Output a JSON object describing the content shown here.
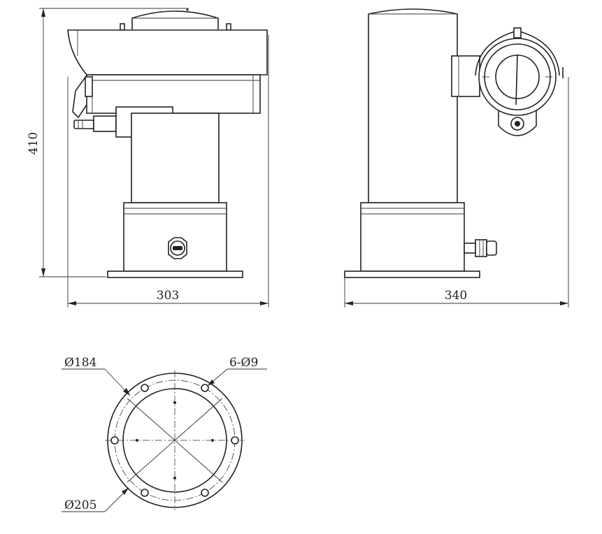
{
  "dimensions": {
    "height": "410",
    "front_width": "303",
    "side_width": "340",
    "outer_diameter": "Ø184",
    "inner_diameter": "Ø205",
    "bolt_holes": "6-Ø9"
  }
}
